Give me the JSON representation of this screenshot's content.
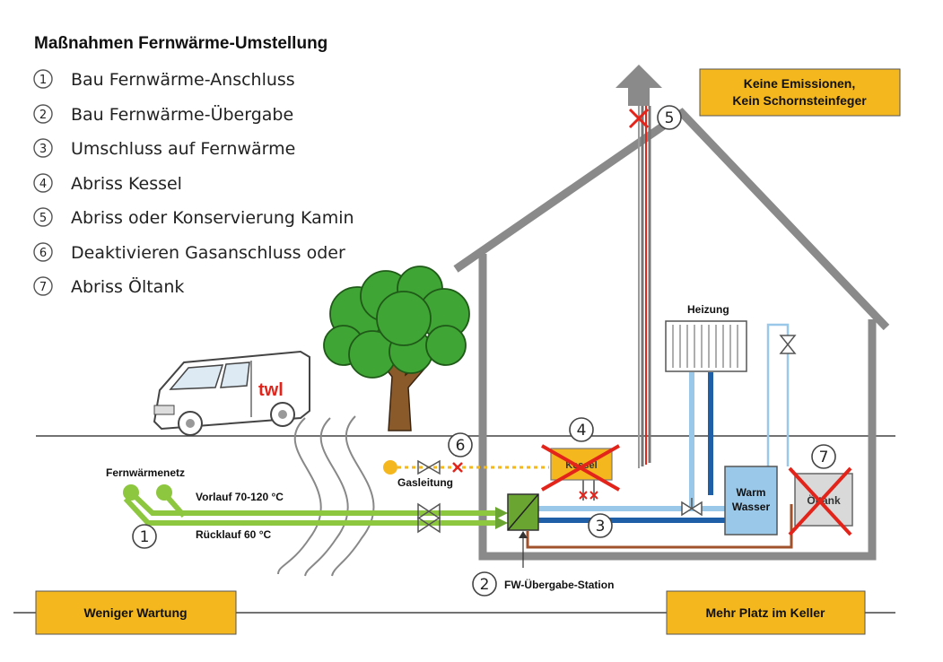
{
  "title": "Maßnahmen Fernwärme-Umstellung",
  "steps": [
    {
      "num": "1",
      "text": "Bau Fernwärme-Anschluss"
    },
    {
      "num": "2",
      "text": "Bau Fernwärme-Übergabe"
    },
    {
      "num": "3",
      "text": "Umschluss auf Fernwärme"
    },
    {
      "num": "4",
      "text": "Abriss Kessel"
    },
    {
      "num": "5",
      "text": "Abriss oder Konservierung Kamin"
    },
    {
      "num": "6",
      "text": "Deaktivieren Gasanschluss oder"
    },
    {
      "num": "7",
      "text": "Abriss Öltank"
    }
  ],
  "callouts": {
    "top_right_line1": "Keine Emissionen,",
    "top_right_line2": "Kein Schornsteinfeger",
    "bottom_left": "Weniger Wartung",
    "bottom_right": "Mehr Platz im Keller"
  },
  "labels": {
    "heizung": "Heizung",
    "fernwaermenetz": "Fernwärmenetz",
    "vorlauf": "Vorlauf  70-120 °C",
    "ruecklauf": "Rücklauf 60 °C",
    "gasleitung": "Gasleitung",
    "kessel": "Kessel",
    "warm_line1": "Warm",
    "warm_line2": "Wasser",
    "oeltank": "Öltank",
    "station": "FW-Übergabe-Station",
    "van_logo": "twl"
  },
  "markers": {
    "m1": "1",
    "m2": "2",
    "m3": "3",
    "m4": "4",
    "m5": "5",
    "m6": "6",
    "m7": "7"
  },
  "colors": {
    "house": "#8a8a8a",
    "callout_fill": "#f5b71e",
    "supply_green": "#8dc63f",
    "station_green": "#6aa531",
    "pipe_blue_dark": "#1f5fa8",
    "pipe_blue_light": "#9ac8e8",
    "pipe_brown": "#a0522d",
    "gas_yellow": "#f5b71e",
    "cross_red": "#e3241b",
    "tank_gray": "#d9d9d9",
    "tree_green": "#3fa535",
    "trunk_brown": "#8b5a2b",
    "van_logo_red": "#e3241b"
  }
}
